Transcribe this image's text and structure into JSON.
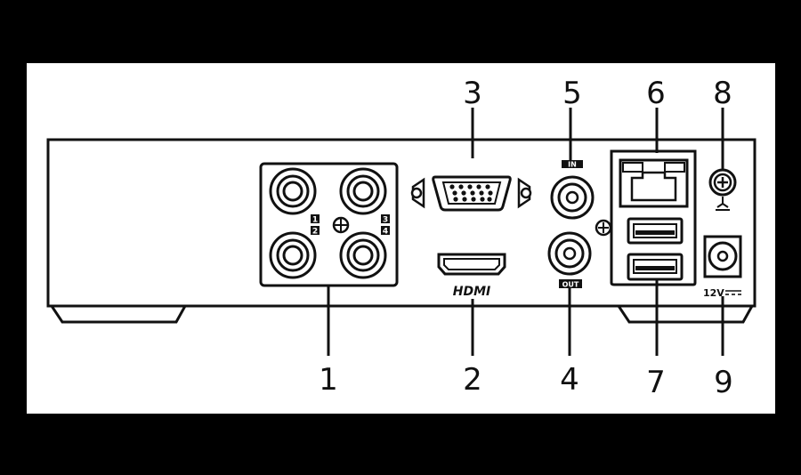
{
  "diagram": {
    "callouts": [
      "1",
      "2",
      "3",
      "4",
      "5",
      "6",
      "7",
      "8",
      "9"
    ],
    "labels": {
      "bnc_1": "1",
      "bnc_2": "2",
      "bnc_3": "3",
      "bnc_4": "4",
      "audio_in": "IN",
      "audio_out": "OUT",
      "hdmi_logo": "HDMI",
      "power_rating": "12V"
    }
  }
}
